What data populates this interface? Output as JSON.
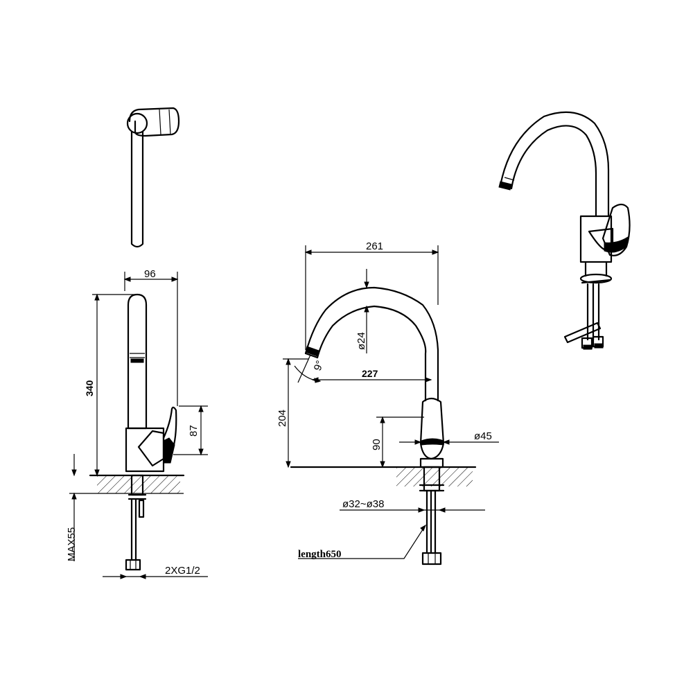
{
  "dimensions": {
    "side_width": "96",
    "side_height": "340",
    "lever_height": "87",
    "max_deck": "MAX55",
    "inlet_thread": "2XG1/2",
    "reach_overall": "261",
    "spout_diameter": "ø24",
    "spout_angle": "9°",
    "reach": "227",
    "spout_height": "204",
    "lever_front_height": "90",
    "body_diameter": "ø45",
    "hole_diameter": "ø32~ø38",
    "hose_length": "length650"
  },
  "colors": {
    "line": "#000000",
    "background": "#ffffff"
  }
}
